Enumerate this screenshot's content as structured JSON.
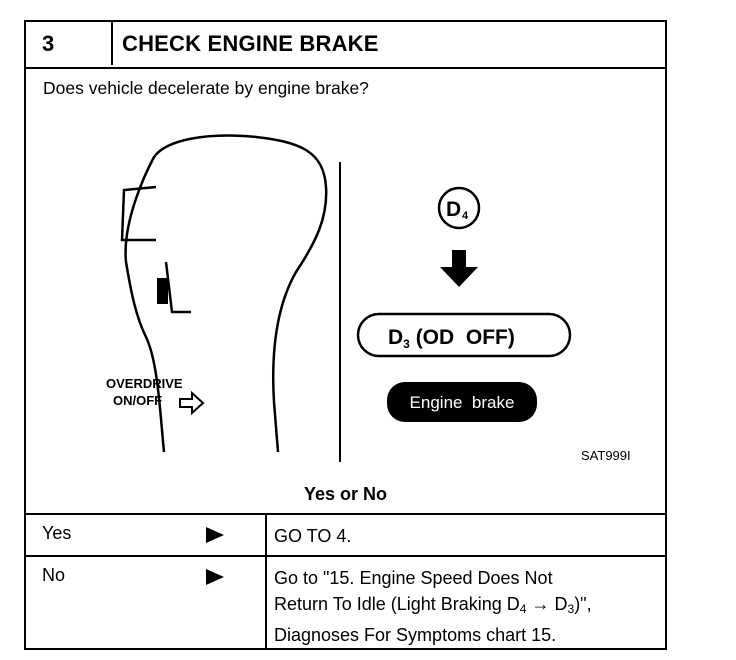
{
  "step": {
    "number": "3",
    "title": "CHECK ENGINE BRAKE"
  },
  "question": "Does vehicle decelerate by engine brake?",
  "illustration": {
    "overdrive_label_1": "OVERDRIVE",
    "overdrive_label_2": "ON/OFF",
    "d4_label": "D",
    "d4_sub": "4",
    "d3_label": "D",
    "d3_sub": "3",
    "d3_suffix": " (OD  OFF)",
    "engine_brake_label": "Engine  brake",
    "figure_code": "SAT999I"
  },
  "yes_or_no_heading": "Yes or No",
  "rows": [
    {
      "answer": "Yes",
      "action_lines": [
        "GO TO 4."
      ]
    },
    {
      "answer": "No",
      "action_lines": [
        "Go to \"15. Engine Speed Does Not",
        "Return To Idle (Light Braking D",
        "Diagnoses For Symptoms chart  15."
      ]
    }
  ],
  "sub_d4": "4",
  "arrow_text": " → D",
  "sub_d3": "3",
  "close_text": ")\","
}
